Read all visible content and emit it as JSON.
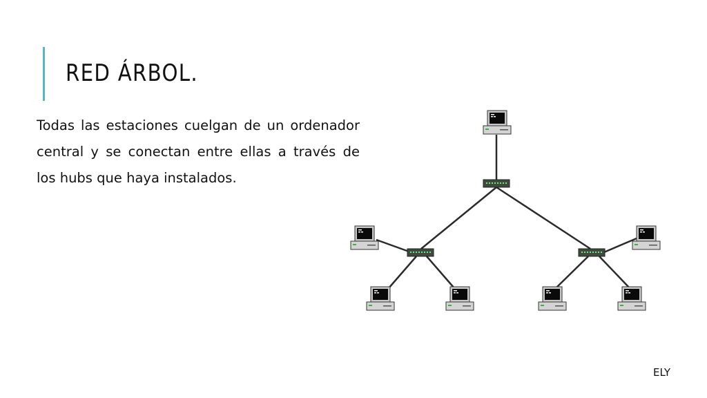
{
  "slide": {
    "title": "RED ÁRBOL.",
    "body": "Todas las estaciones cuelgan de un ordenador central y se conectan entre ellas a través de los hubs que haya instalados.",
    "footer": "ELY",
    "accent_color": "#5ab4c5"
  },
  "diagram": {
    "topology": "tree",
    "nodes": [
      {
        "id": "central-computer",
        "type": "computer"
      },
      {
        "id": "hub-root",
        "type": "hub"
      },
      {
        "id": "hub-left",
        "type": "hub"
      },
      {
        "id": "hub-right",
        "type": "hub"
      },
      {
        "id": "computer-left-outer",
        "type": "computer"
      },
      {
        "id": "computer-left-bottom-1",
        "type": "computer"
      },
      {
        "id": "computer-left-bottom-2",
        "type": "computer"
      },
      {
        "id": "computer-right-outer",
        "type": "computer"
      },
      {
        "id": "computer-right-bottom-1",
        "type": "computer"
      },
      {
        "id": "computer-right-bottom-2",
        "type": "computer"
      }
    ],
    "links": [
      [
        "central-computer",
        "hub-root"
      ],
      [
        "hub-root",
        "hub-left"
      ],
      [
        "hub-root",
        "hub-right"
      ],
      [
        "hub-left",
        "computer-left-outer"
      ],
      [
        "hub-left",
        "computer-left-bottom-1"
      ],
      [
        "hub-left",
        "computer-left-bottom-2"
      ],
      [
        "hub-right",
        "computer-right-outer"
      ],
      [
        "hub-right",
        "computer-right-bottom-1"
      ],
      [
        "hub-right",
        "computer-right-bottom-2"
      ]
    ]
  }
}
